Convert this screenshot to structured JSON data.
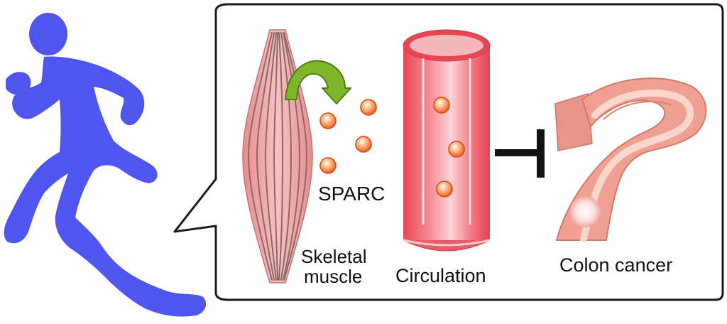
{
  "labels": {
    "sparc": "SPARC",
    "skeletal_line1": "Skeletal",
    "skeletal_line2": "muscle",
    "circulation": "Circulation",
    "colon": "Colon cancer"
  },
  "colors": {
    "runner": "#4F55EE",
    "muscle": "#F1A6A6",
    "muscle_stripe": "#7A5A5A",
    "arrow": "#7FB52A",
    "particle": "#F26A1E",
    "vessel": "#EE5A66",
    "vessel_inner": "#F9C8CB",
    "colon": "#F0948A",
    "colon_light": "#F8D2C6",
    "inhibitor": "#111111"
  },
  "icons": [
    "runner-silhouette-icon",
    "green-curved-arrow-icon",
    "inhibition-t-bar-icon"
  ]
}
